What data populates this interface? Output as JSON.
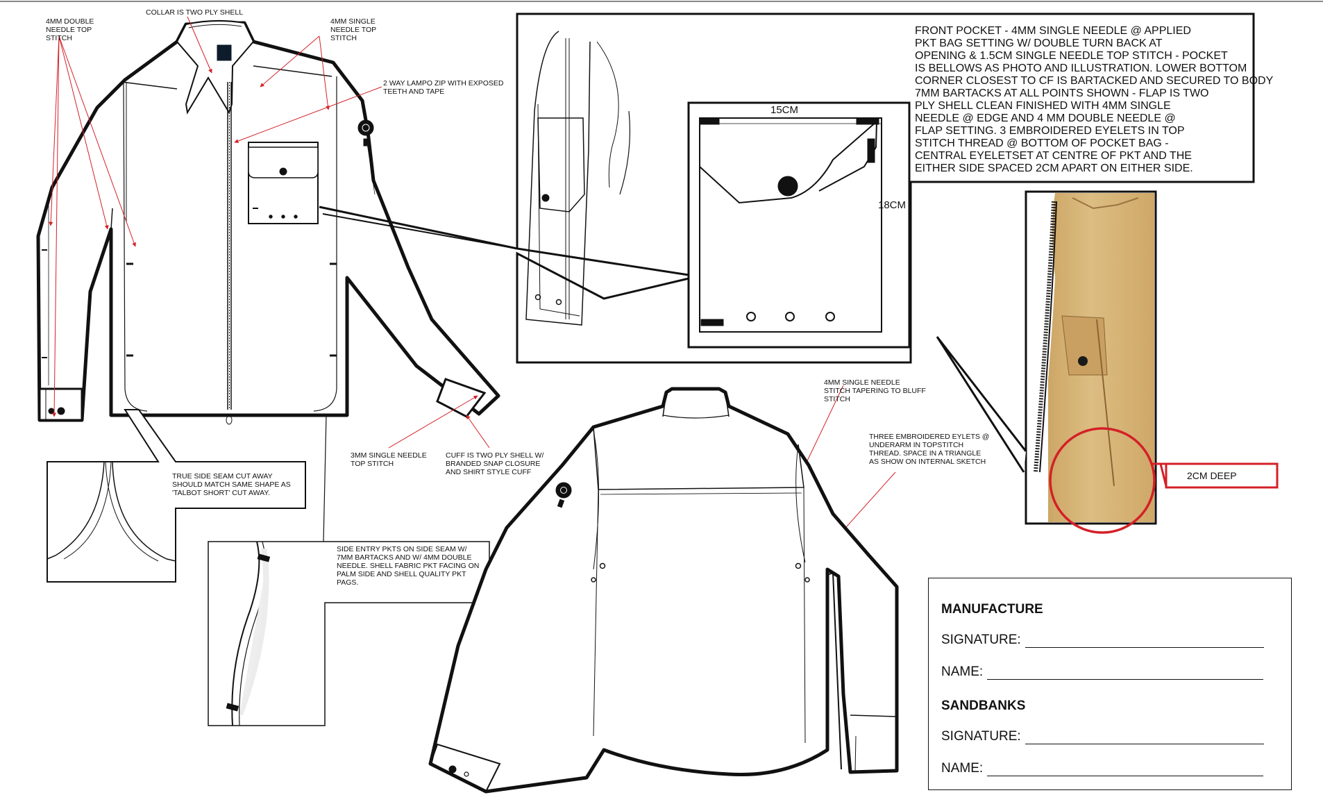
{
  "callouts": {
    "double_needle": "4MM DOUBLE NEEDLE TOP STITCH",
    "collar": "COLLAR IS TWO PLY SHELL",
    "single_needle": "4MM SINGLE NEEDLE TOP STITCH",
    "zip": "2 WAY LAMPO ZIP WITH EXPOSED TEETH AND TAPE",
    "side_seam": "TRUE SIDE SEAM CUT AWAY SHOULD MATCH SAME SHAPE AS 'TALBOT SHORT' CUT AWAY.",
    "hem_stitch": "3MM SINGLE NEEDLE TOP STITCH",
    "cuff": "CUFF IS TWO PLY SHELL W/ BRANDED SNAP CLOSURE AND SHIRT STYLE CUFF",
    "side_pocket": "SIDE ENTRY PKTS ON SIDE SEAM W/ 7MM BARTACKS AND W/ 4MM DOUBLE NEEDLE. SHELL FABRIC PKT FACING ON PALM SIDE AND SHELL QUALITY PKT PAGS.",
    "back_stitch": "4MM SINGLE NEEDLE STITCH TAPERING TO BLUFF STITCH",
    "eyelets": "THREE EMBROIDERED EYLETS @ UNDERARM IN TOPSTITCH THREAD. SPACE IN A TRIANGLE AS SHOW ON INTERNAL SKETCH"
  },
  "front_pocket_spec": [
    "FRONT POCKET - 4MM SINGLE NEEDLE @ APPLIED",
    "PKT BAG SETTING W/ DOUBLE TURN BACK AT",
    "OPENING & 1.5CM SINGLE NEEDLE TOP STITCH - POCKET",
    "IS BELLOWS AS PHOTO AND ILLUSTRATION. LOWER BOTTOM",
    "CORNER CLOSEST TO CF IS BARTACKED AND SECURED TO BODY",
    "7MM BARTACKS AT ALL POINTS SHOWN - FLAP IS TWO",
    "PLY SHELL CLEAN FINISHED WITH 4MM SINGLE",
    "NEEDLE @ EDGE AND 4 MM DOUBLE NEEDLE @",
    "FLAP SETTING. 3 EMBROIDERED EYELETS IN TOP",
    "STITCH THREAD @ BOTTOM OF POCKET BAG -",
    "CENTRAL EYELETSET AT CENTRE OF PKT AND THE",
    "EITHER SIDE SPACED 2CM APART ON EITHER SIDE."
  ],
  "pocket_dims": {
    "width": "15CM",
    "height": "18CM"
  },
  "photo_callout": "2CM DEEP",
  "signoff": {
    "manufacture_heading": "MANUFACTURE",
    "sandbanks_heading": "SANDBANKS",
    "signature_label": "SIGNATURE:",
    "name_label": "NAME:"
  },
  "colors": {
    "ink": "#111111",
    "callout_red": "#d42027",
    "khaki": "#d8b77a"
  }
}
